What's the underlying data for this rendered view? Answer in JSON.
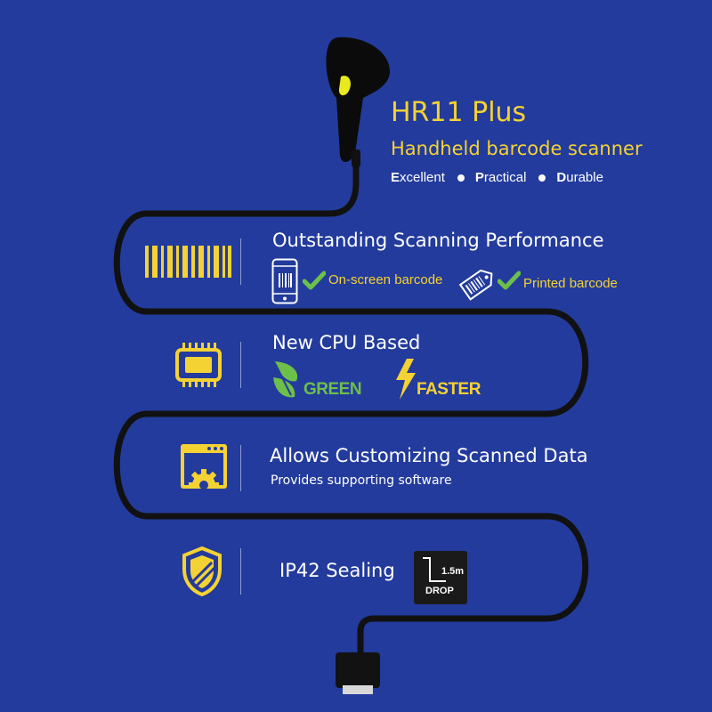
{
  "product": {
    "title": "HR11 Plus",
    "subtitle": "Handheld barcode scanner",
    "tags": [
      {
        "initial": "E",
        "rest": "xcellent"
      },
      {
        "initial": "P",
        "rest": "ractical"
      },
      {
        "initial": "D",
        "rest": "urable"
      }
    ]
  },
  "features": {
    "scanning": {
      "title": "Outstanding Scanning Performance",
      "onscreen": "On-screen barcode",
      "printed": "Printed barcode"
    },
    "cpu": {
      "title": "New CPU Based",
      "green": "GREEN",
      "faster": "FASTER"
    },
    "custom": {
      "title": "Allows Customizing Scanned Data",
      "subtitle": "Provides supporting software"
    },
    "sealing": {
      "title": "IP42 Sealing",
      "drop_height": "1.5m",
      "drop_label": "DROP"
    }
  },
  "colors": {
    "background": "#233b9c",
    "accent": "#f5d233",
    "check": "#6cc04a",
    "cable": "#111111"
  },
  "icons": [
    "scanner-icon",
    "barcode-icon",
    "phone-barcode-icon",
    "check-icon",
    "tag-barcode-icon",
    "cpu-chip-icon",
    "leaf-icon",
    "lightning-icon",
    "software-window-gear-icon",
    "shield-icon",
    "drop-icon",
    "usb-connector-icon"
  ]
}
